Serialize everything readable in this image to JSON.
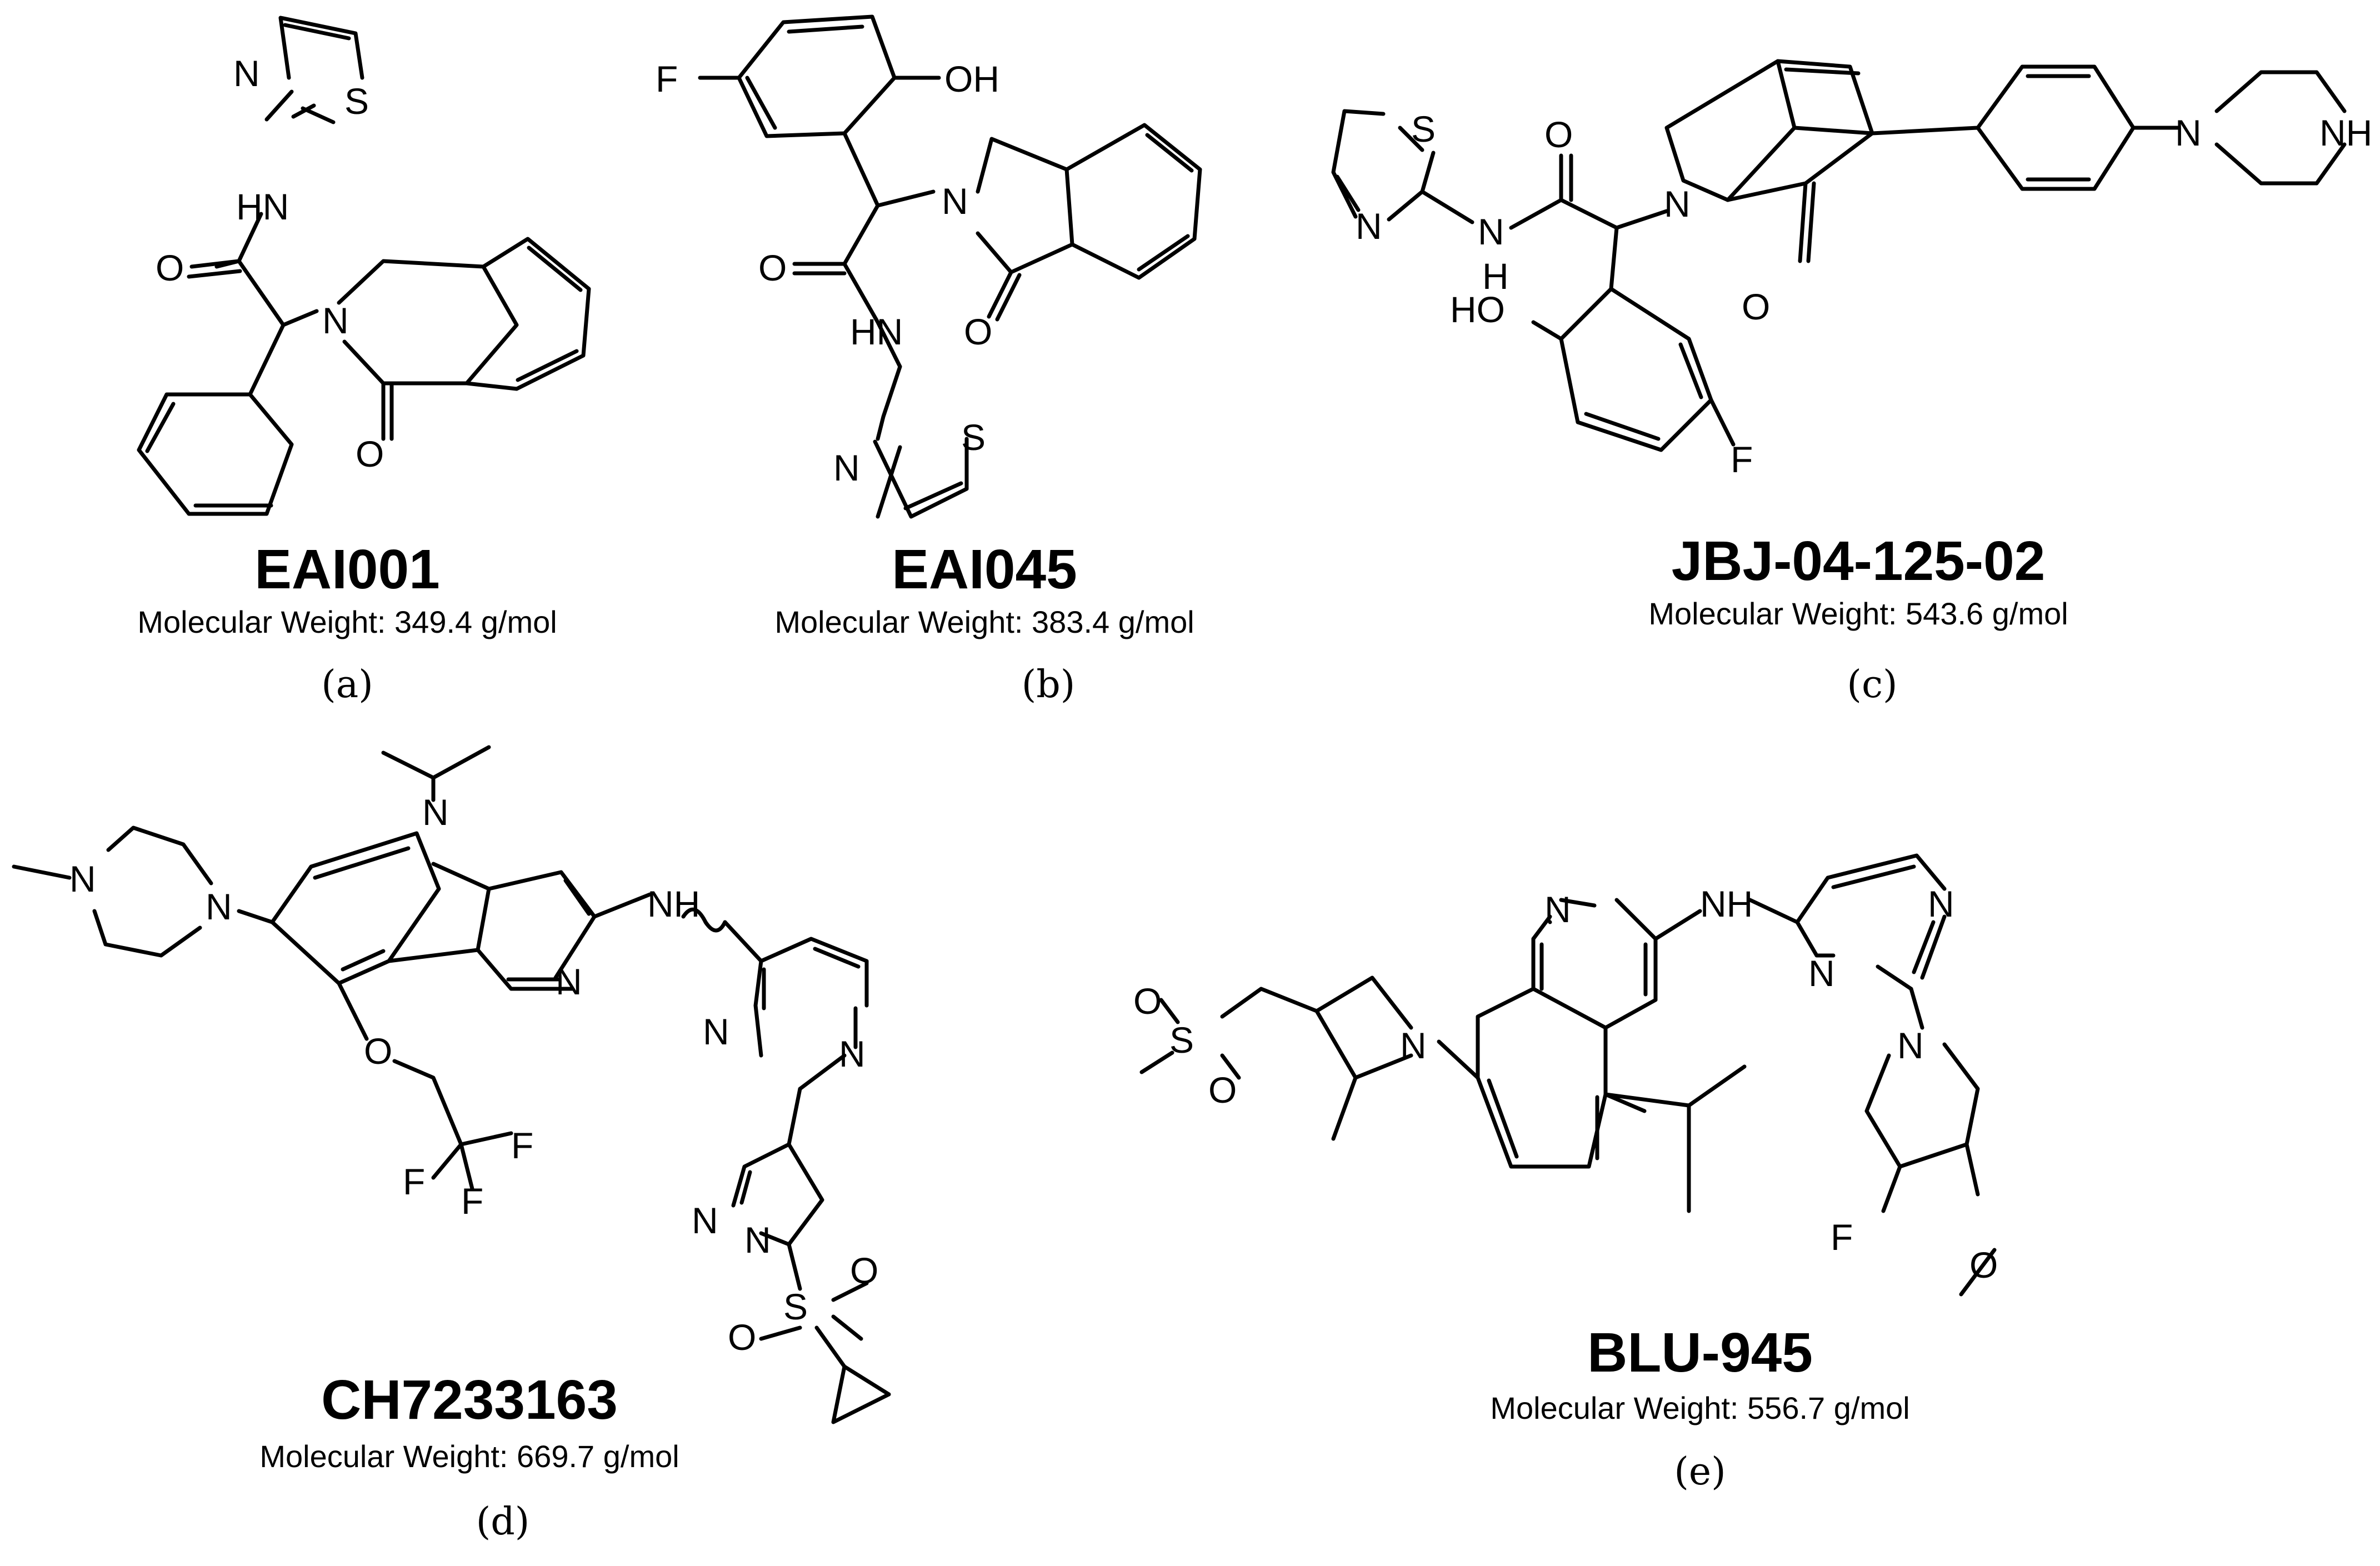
{
  "panels": [
    {
      "name": "EAI001",
      "mw_label": "Molecular Weight: 349.4 g/mol",
      "letter": "(a)",
      "atoms": [
        "N",
        "S",
        "HN",
        "O",
        "N",
        "O"
      ]
    },
    {
      "name": "EAI045",
      "mw_label": "Molecular Weight: 383.4 g/mol",
      "letter": "(b)",
      "atoms": [
        "F",
        "OH",
        "N",
        "O",
        "O",
        "HN",
        "N",
        "S"
      ]
    },
    {
      "name": "JBJ-04-125-02",
      "mw_label": "Molecular Weight: 543.6 g/mol",
      "letter": "(c)",
      "atoms": [
        "S",
        "N",
        "N",
        "H",
        "O",
        "N",
        "O",
        "HO",
        "F",
        "N",
        "NH"
      ]
    },
    {
      "name": "CH7233163",
      "mw_label": "Molecular Weight: 669.7 g/mol",
      "letter": "(d)",
      "atoms": [
        "N",
        "N",
        "N",
        "N",
        "NH",
        "N",
        "N",
        "O",
        "F",
        "F",
        "F",
        "N",
        "N",
        "S",
        "O",
        "O"
      ]
    },
    {
      "name": "BLU-945",
      "mw_label": "Molecular Weight: 556.7 g/mol",
      "letter": "(e)",
      "atoms": [
        "S",
        "O",
        "O",
        "N",
        "N",
        "NH",
        "N",
        "N",
        "N",
        "F",
        "O"
      ]
    }
  ]
}
